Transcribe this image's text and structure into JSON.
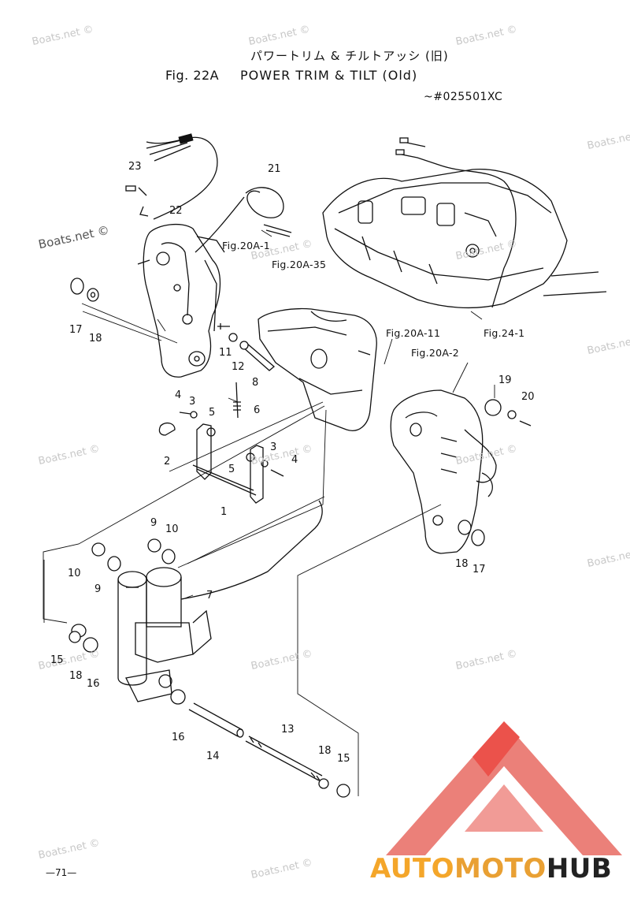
{
  "header": {
    "title_jp": "パワートリム & チルトアッシ (旧)",
    "fig_number": "Fig. 22A",
    "title_en": "POWER TRIM & TILT (Old)",
    "serial_range": "~#025501XC"
  },
  "page_number": "—71—",
  "watermarks": [
    "Boats.net ©",
    "Boats.net ©",
    "Boats.net ©",
    "Boats.net ©",
    "Boats.net ©",
    "Boats.net ©",
    "Boats.net ©",
    "Boats.net ©",
    "Boats.net ©",
    "Boats.net ©",
    "Boats.net ©",
    "Boats.net ©",
    "Boats.net ©",
    "Boats.net ©",
    "Boats.net ©",
    "Boats.net ©",
    "Boats.net ©"
  ],
  "callouts": [
    "23",
    "22",
    "21",
    "17",
    "18",
    "11",
    "12",
    "8",
    "4",
    "3",
    "5",
    "6",
    "2",
    "5",
    "3",
    "4",
    "1",
    "9",
    "10",
    "10",
    "9",
    "7",
    "15",
    "18",
    "16",
    "16",
    "14",
    "13",
    "18",
    "15",
    "19",
    "20",
    "18",
    "17"
  ],
  "references": [
    "Fig.20A-1",
    "Fig.20A-35",
    "Fig.20A-11",
    "Fig.20A-2",
    "Fig.24-1"
  ],
  "logo": {
    "part1": "AUTO",
    "part2": "MOTO",
    "part3": "HUB",
    "color_red": "#e8342c",
    "color_orange": "#f4a62a",
    "color_dark": "#222222"
  }
}
